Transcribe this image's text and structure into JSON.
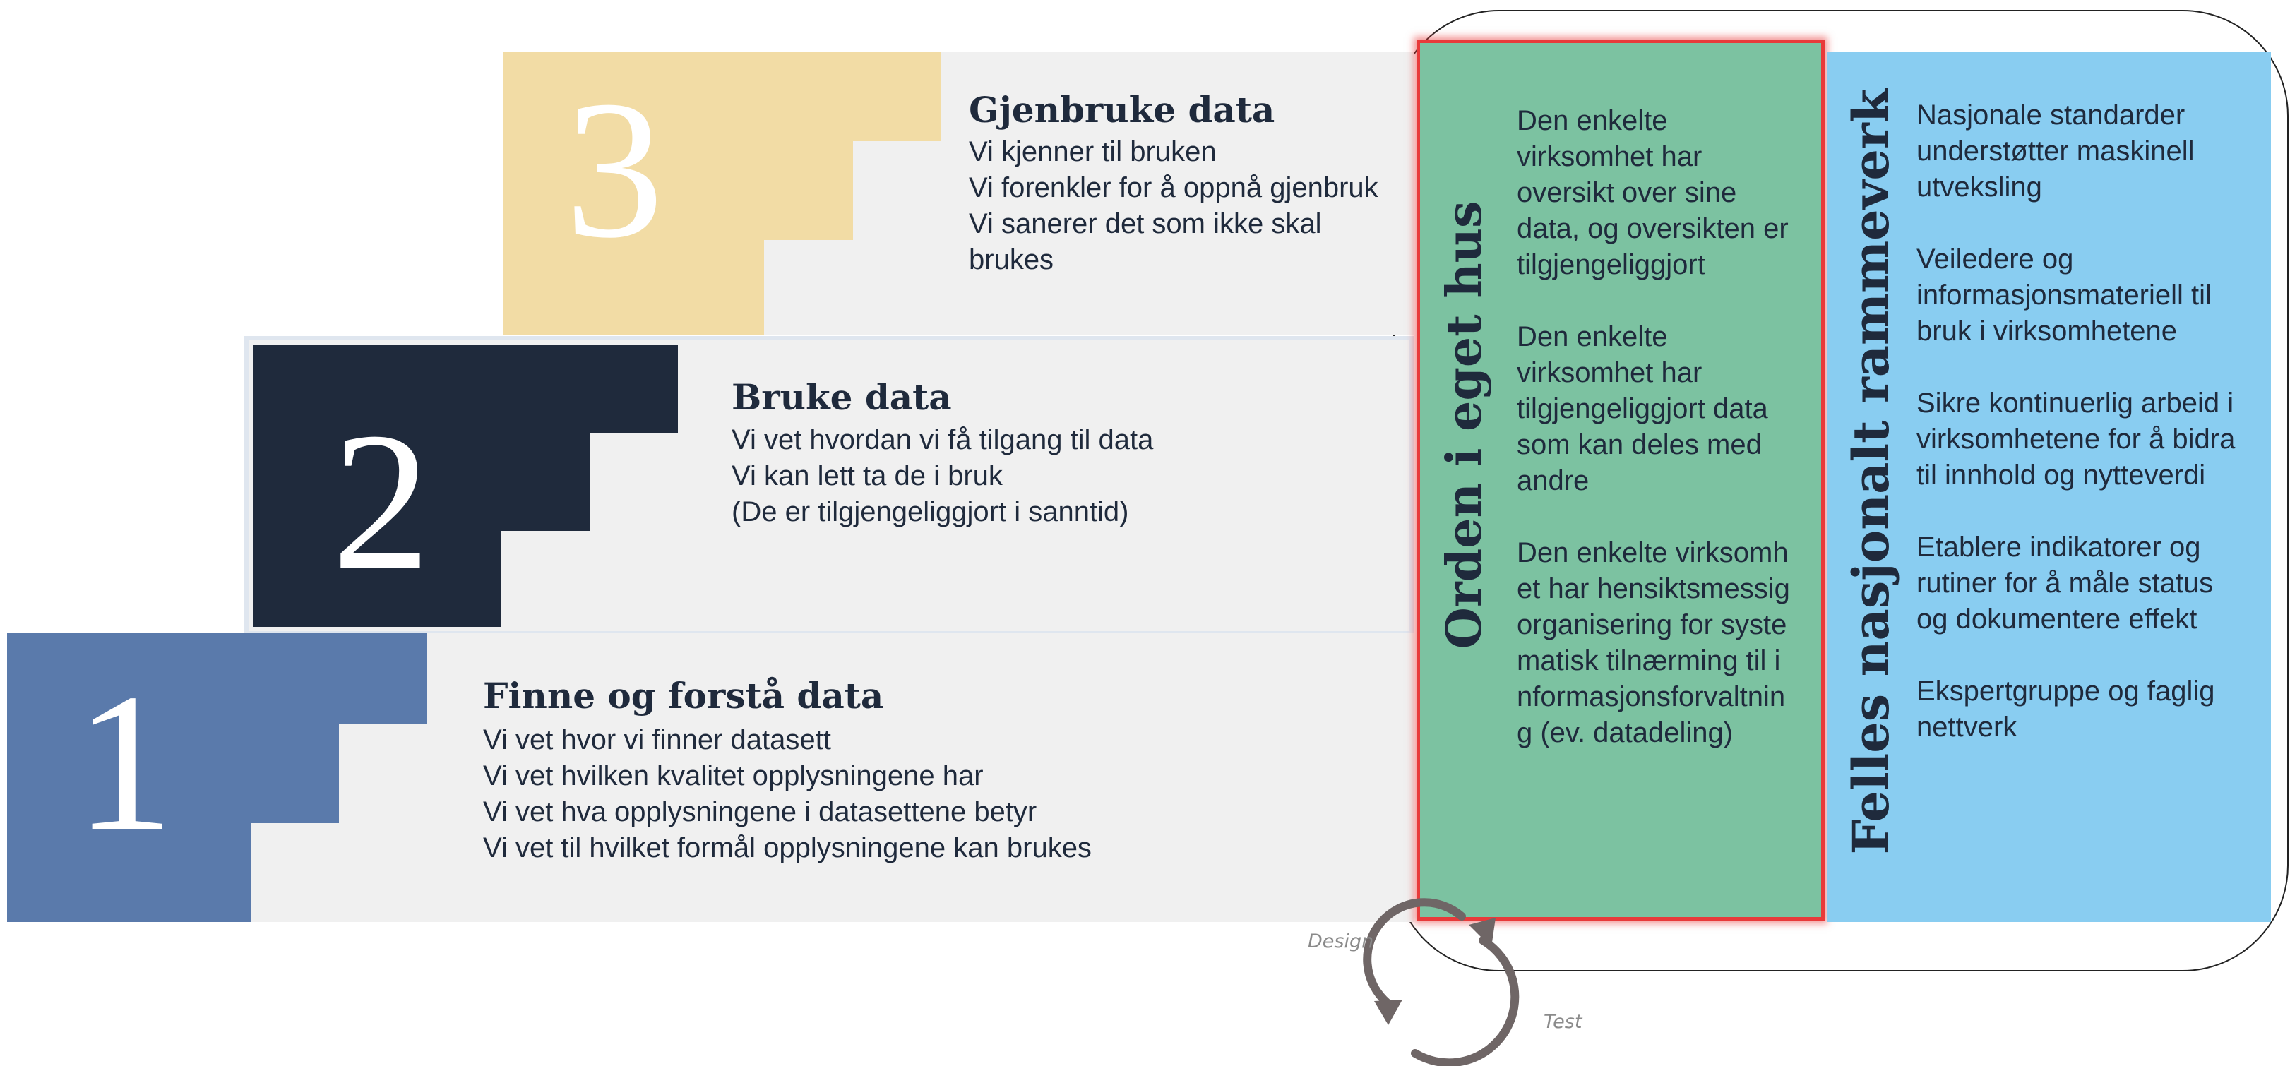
{
  "steps": [
    {
      "number": "1",
      "title": "Finne og forstå data",
      "lines": [
        "Vi vet hvor vi finner datasett",
        "Vi vet hvilken kvalitet opplysningene  har",
        "Vi vet hva opplysningene  i datasettene betyr",
        "Vi vet til hvilket formål opplysningene  kan brukes"
      ],
      "color": "#5a7aab"
    },
    {
      "number": "2",
      "title": "Bruke data",
      "lines": [
        "Vi vet hvordan vi få tilgang til data",
        "Vi kan lett ta de i bruk",
        "(De er tilgjengeliggjort  i sanntid)"
      ],
      "color": "#1f2a3c"
    },
    {
      "number": "3",
      "title": "Gjenbruke data",
      "lines": [
        "Vi kjenner til bruken",
        "Vi forenkler for å oppnå gjenbruk",
        "Vi sanerer det som ikke skal",
        "brukes"
      ],
      "color": "#f2dca5"
    }
  ],
  "orden": {
    "title": "Orden i eget hus",
    "color": "#7cc2a1",
    "items": [
      "Den enkelte virksomhet har oversikt over sine data, og oversikten er tilgjengeliggjort",
      "Den enkelte virksomhet har tilgjengeliggjort  data som kan deles med andre",
      "Den enkelte virksomhet har hensiktsmessig organisering for systematisk tilnærming til informasjonsforvaltning (ev. datadeling)"
    ]
  },
  "felles": {
    "title": "Felles  nasjonalt rammeverk",
    "color": "#89cdf1",
    "items": [
      "Nasjonale standarder understøtter  maskinell utveksling",
      "Veiledere og informasjonsmateriell  til bruk i virksomhetene",
      "Sikre kontinuerlig  arbeid i virksomhetene for å bidra til innhold og nytteverdi",
      "Etablere indikatorer og rutiner for å måle status og dokumentere  effekt",
      "Ekspertgruppe  og faglig nettverk"
    ]
  },
  "cycle": {
    "label_design": "Design",
    "label_test": "Test"
  }
}
